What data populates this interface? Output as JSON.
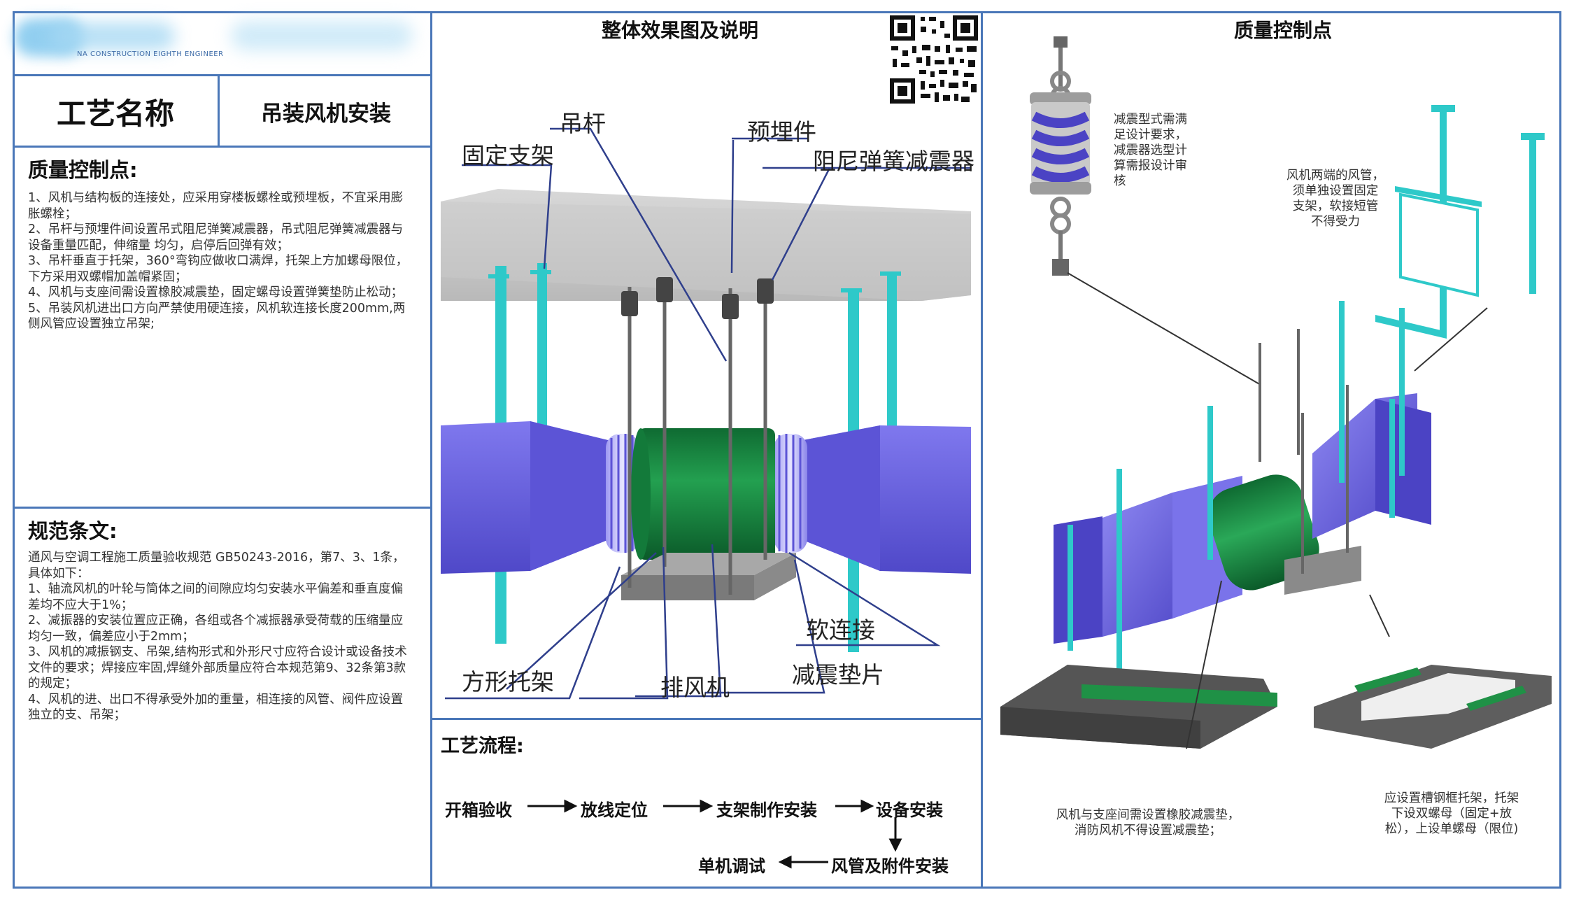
{
  "header": {
    "company_text": "NA CONSTRUCTION EIGHTH ENGINEER"
  },
  "process": {
    "name_label": "工艺名称",
    "name_value": "吊装风机安装"
  },
  "quality_points": {
    "title": "质量控制点:",
    "items": [
      "1、风机与结构板的连接处，应采用穿楼板螺栓或预埋板，不宜采用膨胀螺栓；",
      "2、吊杆与预埋件间设置吊式阻尼弹簧减震器，吊式阻尼弹簧减震器与设备重量匹配，伸缩量 均匀，启停后回弹有效；",
      "3、吊杆垂直于托架，360°弯钩应做收口满焊，托架上方加螺母限位，下方采用双螺帽加盖帽紧固；",
      "4、风机与支座间需设置橡胶减震垫，固定螺母设置弹簧垫防止松动；",
      "5、吊装风机进出口方向严禁使用硬连接，风机软连接长度200mm,两侧风管应设置独立吊架;"
    ]
  },
  "standards": {
    "title": "规范条文:",
    "items": [
      "通风与空调工程施工质量验收规范 GB50243-2016，第7、3、1条，具体如下：",
      "1、轴流风机的叶轮与筒体之间的间隙应均匀安装水平偏差和垂直度偏差均不应大于1%；",
      "2、减振器的安装位置应正确，各组或各个减振器承受荷载的压缩量应均匀一致，偏差应小于2mm；",
      "3、风机的减振钢支、吊架,结构形式和外形尺寸应符合设计或设备技术文件的要求；焊接应牢固,焊缝外部质量应符合本规范第9、32条第3款的规定；",
      "4、风机的进、出口不得承受外加的重量，相连接的风管、阀件应设置独立的支、吊架；"
    ]
  },
  "overview": {
    "title": "整体效果图及说明",
    "labels": {
      "diaogan": "吊杆",
      "yumaijian": "预埋件",
      "guding": "固定支架",
      "zuni": "阻尼弹簧减震器",
      "ruan": "软连接",
      "fangxing": "方形托架",
      "paifeng": "排风机",
      "jianzhen": "减震垫片"
    }
  },
  "flow": {
    "title": "工艺流程:",
    "steps": [
      "开箱验收",
      "放线定位",
      "支架制作安装",
      "设备安装",
      "风管及附件安装",
      "单机调试"
    ]
  },
  "right": {
    "title": "质量控制点",
    "note1": [
      "减震型式需满",
      "足设计要求，",
      "减震器选型计",
      "算需报设计审",
      "核"
    ],
    "note2": [
      "风机两端的风管，",
      "须单独设置固定",
      "支架，软接短管",
      "不得受力"
    ],
    "note3": [
      "风机与支座间需设置橡胶减震垫，",
      "消防风机不得设置减震垫；"
    ],
    "note4": [
      "应设置槽钢框托架，托架",
      "下设双螺母（固定+放",
      "松），上设单螺母（限位)"
    ]
  },
  "colors": {
    "frame": "#4a77b8",
    "duct": "#6a62e8",
    "fan": "#1f9146",
    "support": "#2ec9c9",
    "slab": "#bdbdbd"
  }
}
